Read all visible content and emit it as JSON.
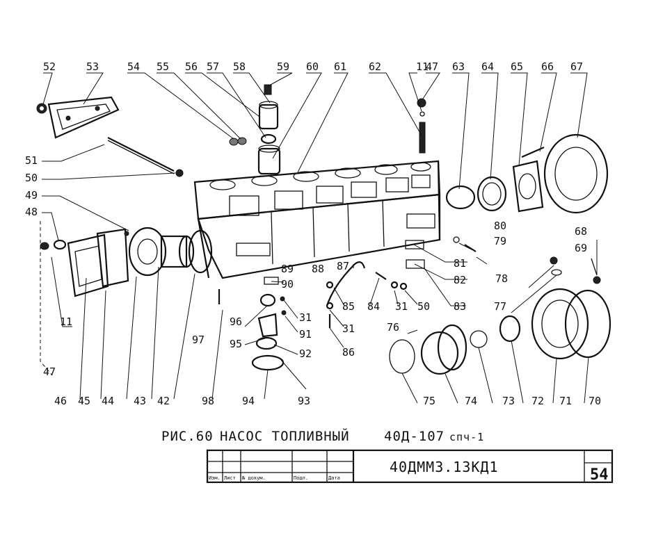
{
  "caption": {
    "prefix": "РИС.60",
    "title": "НАСОС ТОПЛИВНЫЙ",
    "model": "40Д-107",
    "suffix": "спч-1"
  },
  "stamp": {
    "code": "40ДММ3.13КД1",
    "sheet": "54",
    "cells": [
      "Изм.",
      "Лист",
      "№ докум.",
      "Подп.",
      "Дата"
    ]
  },
  "callouts": [
    {
      "id": "52",
      "text": "52"
    },
    {
      "id": "53",
      "text": "53"
    },
    {
      "id": "54",
      "text": "54"
    },
    {
      "id": "55",
      "text": "55"
    },
    {
      "id": "56",
      "text": "56"
    },
    {
      "id": "57",
      "text": "57"
    },
    {
      "id": "58",
      "text": "58"
    },
    {
      "id": "59",
      "text": "59"
    },
    {
      "id": "60",
      "text": "60"
    },
    {
      "id": "61",
      "text": "61"
    },
    {
      "id": "62",
      "text": "62"
    },
    {
      "id": "11a",
      "text": "11"
    },
    {
      "id": "47a",
      "text": "47"
    },
    {
      "id": "63",
      "text": "63"
    },
    {
      "id": "64",
      "text": "64"
    },
    {
      "id": "65",
      "text": "65"
    },
    {
      "id": "66",
      "text": "66"
    },
    {
      "id": "67",
      "text": "67"
    },
    {
      "id": "51",
      "text": "51"
    },
    {
      "id": "50a",
      "text": "50"
    },
    {
      "id": "49",
      "text": "49"
    },
    {
      "id": "48",
      "text": "48"
    },
    {
      "id": "80",
      "text": "80"
    },
    {
      "id": "79",
      "text": "79"
    },
    {
      "id": "68",
      "text": "68"
    },
    {
      "id": "69",
      "text": "69"
    },
    {
      "id": "81",
      "text": "81"
    },
    {
      "id": "82",
      "text": "82"
    },
    {
      "id": "78",
      "text": "78"
    },
    {
      "id": "89",
      "text": "89"
    },
    {
      "id": "88",
      "text": "88"
    },
    {
      "id": "87",
      "text": "87"
    },
    {
      "id": "90",
      "text": "90"
    },
    {
      "id": "85",
      "text": "85"
    },
    {
      "id": "84",
      "text": "84"
    },
    {
      "id": "31a",
      "text": "31"
    },
    {
      "id": "50b",
      "text": "50"
    },
    {
      "id": "83",
      "text": "83"
    },
    {
      "id": "77",
      "text": "77"
    },
    {
      "id": "96",
      "text": "96"
    },
    {
      "id": "31b",
      "text": "31"
    },
    {
      "id": "91",
      "text": "91"
    },
    {
      "id": "31c",
      "text": "31"
    },
    {
      "id": "76",
      "text": "76"
    },
    {
      "id": "97",
      "text": "97"
    },
    {
      "id": "95",
      "text": "95"
    },
    {
      "id": "92",
      "text": "92"
    },
    {
      "id": "86",
      "text": "86"
    },
    {
      "id": "11b",
      "text": "11"
    },
    {
      "id": "47b",
      "text": "47"
    },
    {
      "id": "46",
      "text": "46"
    },
    {
      "id": "45",
      "text": "45"
    },
    {
      "id": "44",
      "text": "44"
    },
    {
      "id": "43",
      "text": "43"
    },
    {
      "id": "42",
      "text": "42"
    },
    {
      "id": "98",
      "text": "98"
    },
    {
      "id": "94",
      "text": "94"
    },
    {
      "id": "93",
      "text": "93"
    },
    {
      "id": "75",
      "text": "75"
    },
    {
      "id": "74",
      "text": "74"
    },
    {
      "id": "73",
      "text": "73"
    },
    {
      "id": "72",
      "text": "72"
    },
    {
      "id": "71",
      "text": "71"
    },
    {
      "id": "70",
      "text": "70"
    }
  ]
}
